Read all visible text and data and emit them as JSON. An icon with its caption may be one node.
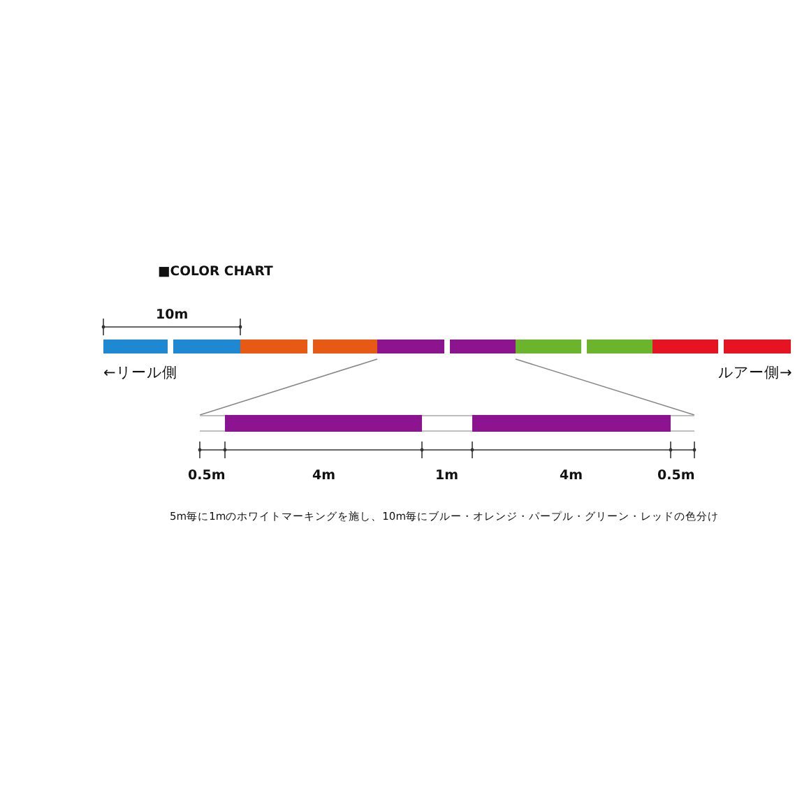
{
  "diagram": {
    "title": "■COLOR CHART",
    "caption": "5m毎に1mのホワイトマーキングを施し、10m毎にブルー・オレンジ・パープル・グリーン・レッドの色分け",
    "labels": [
      "10m",
      "←リール側",
      "ルアー側→",
      "0.5m",
      "4m",
      "1m",
      "4m",
      "0.5m"
    ]
  }
}
